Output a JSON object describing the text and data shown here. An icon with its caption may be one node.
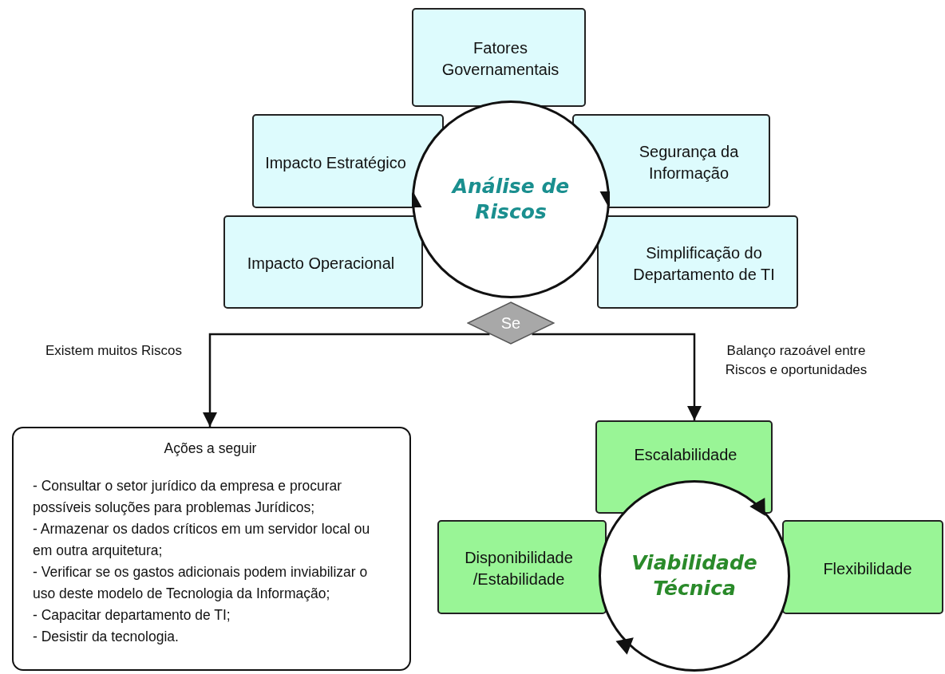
{
  "diagram": {
    "nodes": [
      {
        "text": [
          "Fatores Governamentais"
        ]
      },
      {
        "text": [
          "Impacto Estratégico"
        ]
      },
      {
        "text": [
          "Segurança da Informação"
        ]
      },
      {
        "text": [
          "Impacto Operacional"
        ]
      },
      {
        "text": [
          "Simplificação do Departamento de TI"
        ]
      },
      {
        "text": [
          "Análise de Riscos"
        ]
      },
      {
        "text": [
          "Se"
        ]
      },
      {
        "text": [
          "Ações a seguir",
          "- Consultar o setor jurídico da empresa e procurar possíveis soluções para problemas Jurídicos;",
          "- Armazenar os dados críticos em um servidor local ou em outra arquitetura;",
          "- Verificar se os gastos adicionais podem inviabilizar o uso deste modelo de Tecnologia da Informação;",
          "- Capacitar departamento de TI;",
          "- Desistir da tecnologia."
        ]
      },
      {
        "text": [
          "Escalabilidade"
        ]
      },
      {
        "text": [
          "Disponibilidade /Estabilidade"
        ]
      },
      {
        "text": [
          "Flexibilidade"
        ]
      },
      {
        "text": [
          "Viabilidade Técnica"
        ]
      }
    ],
    "edges": [
      {
        "from": 6,
        "to": 7,
        "arrow": "to",
        "label": "Existem muitos Riscos"
      },
      {
        "from": 6,
        "to": 8,
        "arrow": "to",
        "label": "Balanço razoável entre Riscos e oportunidades"
      }
    ]
  }
}
